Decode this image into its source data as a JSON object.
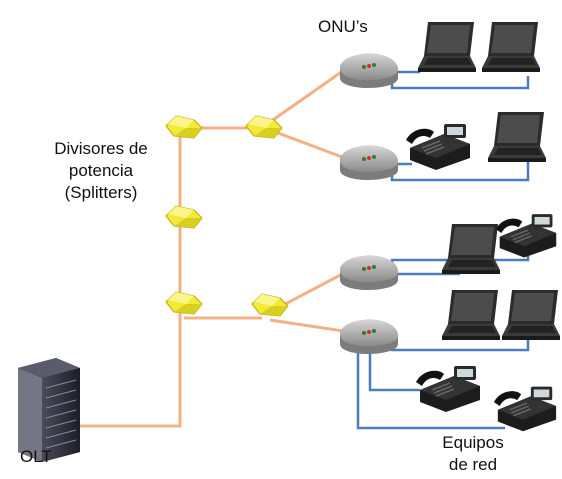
{
  "labels": {
    "onu": "ONU’s",
    "splitters": [
      "Divisores de",
      "potencia",
      "(Splitters)"
    ],
    "olt": "OLT",
    "equipment": [
      "Equipos",
      "de red"
    ]
  },
  "colors": {
    "fiber": "#f4b183",
    "copper": "#4a7ebb",
    "splitter_fill": "#f2ea36",
    "splitter_edge": "#b5a800",
    "onu_body": "#8f8f8f",
    "olt_body": "#2c2c38",
    "laptop": "#2b2b2b",
    "phone": "#1c1c1c"
  },
  "icons": {
    "olt": "olt-rack-icon",
    "splitter": "splitter-icon",
    "onu": "onu-modem-icon",
    "laptop": "laptop-icon",
    "phone": "desk-phone-icon"
  }
}
